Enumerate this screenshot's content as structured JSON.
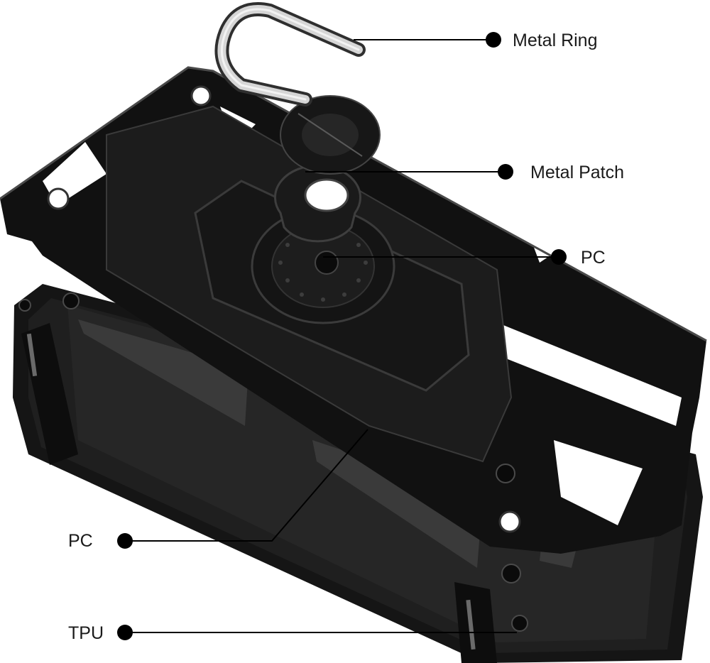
{
  "callouts": {
    "metal_ring": "Metal Ring",
    "metal_patch": "Metal Patch",
    "pc_top": "PC",
    "pc_bottom": "PC",
    "tpu": "TPU"
  },
  "colors": {
    "case": "#141414",
    "case_edge": "#2b2b2b",
    "highlight": "#5a5a5a",
    "metal_ring": "#cfcfcf",
    "leader": "#000000",
    "background": "#ffffff"
  }
}
